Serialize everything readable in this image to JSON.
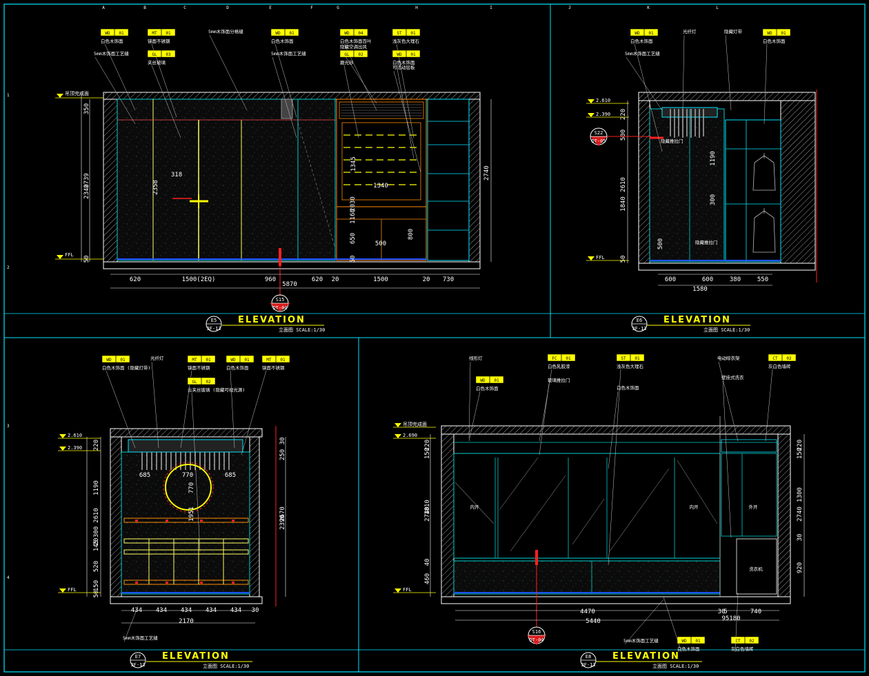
{
  "sheet": {
    "axis_letters": [
      "A",
      "B",
      "C",
      "D",
      "E",
      "F",
      "G",
      "H",
      "I",
      "J",
      "K",
      "L"
    ],
    "axis_numbers": [
      "1",
      "2",
      "3",
      "4"
    ]
  },
  "e5": {
    "id": "E5",
    "ref": "3F-13",
    "title": "ELEVATION",
    "subtitle": "立面图  SCALE:1/30",
    "level_top": "吊顶完成面",
    "level_ffl": "FFL",
    "tags": [
      {
        "code": "WD",
        "num": "01",
        "note": "白色木饰面"
      },
      {
        "code": "MT",
        "num": "01",
        "note": "镜面不锈钢"
      },
      {
        "code": "GL",
        "num": "03",
        "note": "夹丝玻璃"
      },
      {
        "code": "WD",
        "num": "01",
        "note": "白色木饰面"
      },
      {
        "code": "WD",
        "num": "04",
        "note": "白色木饰面百叶"
      },
      {
        "code": "ST",
        "num": "01",
        "note": "浅灰色大理石"
      },
      {
        "code": "GL",
        "num": "02",
        "note": "磨光砂"
      },
      {
        "code": "WD",
        "num": "01",
        "note": "白色木饰面"
      }
    ],
    "notes": [
      "5mm木饰面工艺缝",
      "5mm木饰面分格缝",
      "5mm木饰面工艺缝",
      "隐藏空调出风",
      "可活动层板"
    ],
    "dims_bottom": [
      "620",
      "1500(2EQ)",
      "960",
      "620",
      "20",
      "1500",
      "20",
      "730"
    ],
    "dim_total": "5870",
    "dims_left": [
      "350",
      "2739",
      "2340",
      "50"
    ],
    "dim_right": "2740",
    "inner_dims": [
      "318",
      "2358",
      "1345",
      "1340",
      "2030",
      "1168",
      "650",
      "500",
      "800",
      "50"
    ],
    "section": {
      "num": "S15",
      "ref": "DT-04"
    }
  },
  "e6": {
    "id": "E6",
    "ref": "3F-13",
    "title": "ELEVATION",
    "subtitle": "立面图  SCALE:1/30",
    "levels": [
      "2.610",
      "2.390",
      "FFL"
    ],
    "tags": [
      {
        "code": "WD",
        "num": "01",
        "note": "白色木饰面"
      },
      {
        "code": "WD",
        "num": "01",
        "note": "白色木饰面"
      }
    ],
    "notes": [
      "5mm木饰面工艺缝",
      "光纤灯",
      "隐藏灯带",
      "隐藏推拉门",
      "隐藏推拉门"
    ],
    "dims_bottom": [
      "600",
      "600",
      "380",
      "550"
    ],
    "dim_total": "1580",
    "dims_left": [
      "220",
      "500",
      "2610",
      "1840",
      "50"
    ],
    "inner_dims": [
      "1190",
      "300",
      "500"
    ],
    "section": {
      "num": "S22",
      "ref": "DT-05"
    }
  },
  "e7": {
    "id": "E7",
    "ref": "3F-13",
    "title": "ELEVATION",
    "subtitle": "立面图  SCALE:1/30",
    "levels": [
      "2.610",
      "2.390",
      "FFL"
    ],
    "tags": [
      {
        "code": "WD",
        "num": "01",
        "note": "白色木饰面 (隐藏灯带)"
      },
      {
        "code": "MT",
        "num": "01",
        "note": "镜面不锈钢"
      },
      {
        "code": "GL",
        "num": "02",
        "note": "云夹丝玻璃 (隐藏可视光源)"
      },
      {
        "code": "WD",
        "num": "01",
        "note": "白色木饰面"
      },
      {
        "code": "MT",
        "num": "01",
        "note": "镜面不锈钢"
      }
    ],
    "notes": [
      "光纤灯",
      "5mm木饰面工艺缝"
    ],
    "dims_bottom": [
      "434",
      "434",
      "434",
      "434",
      "434",
      "30"
    ],
    "dim_total": "2170",
    "dims_left": [
      "220",
      "1190",
      "2610",
      "300",
      "20",
      "145",
      "520",
      "150",
      "50"
    ],
    "dims_right": [
      "30",
      "250",
      "2390",
      "2670"
    ],
    "inner_dims": [
      "685",
      "770",
      "685",
      "770",
      "1951"
    ]
  },
  "e8": {
    "id": "E8",
    "ref": "3F-13",
    "title": "ELEVATION",
    "subtitle": "立面图  SCALE:1/30",
    "levels": [
      "吊顶完成面",
      "2.690",
      "FFL"
    ],
    "tags": [
      {
        "code": "WD",
        "num": "01",
        "note": "白色木饰面"
      },
      {
        "code": "FC",
        "num": "01",
        "note": "白色乳胶漆"
      },
      {
        "code": "ST",
        "num": "01",
        "note": "浅灰色大理石"
      },
      {
        "code": "CT",
        "num": "02",
        "note": "灰白色墙砖"
      },
      {
        "code": "WD",
        "num": "01",
        "note": "白色木饰面"
      },
      {
        "code": "CT",
        "num": "02",
        "note": "灰白色墙砖"
      }
    ],
    "notes": [
      "线形灯",
      "玻璃推拉门",
      "白色木饰面",
      "电动晾衣架",
      "壁挂式洗衣",
      "5mm木饰面工艺缝"
    ],
    "labels": [
      "内开",
      "内开",
      "外开",
      "洗衣机"
    ],
    "dims_bottom": [
      "4470",
      "30",
      "5",
      "740"
    ],
    "dim_mid": "5440",
    "dim_total": "95180",
    "dims_left": [
      "220",
      "150",
      "2740",
      "1810",
      "40",
      "460"
    ],
    "dims_right": [
      "220",
      "150",
      "1300",
      "2740",
      "30",
      "920"
    ],
    "section": {
      "num": "S16",
      "ref": "DT-04"
    }
  },
  "colors": {
    "bg": "#000000",
    "frame": "#00e5ff",
    "tag": "#ffff00",
    "wall": "#ffffff",
    "accent": "#ff2020",
    "panel": "#00cfcf",
    "shelf": "#ff8c00"
  }
}
